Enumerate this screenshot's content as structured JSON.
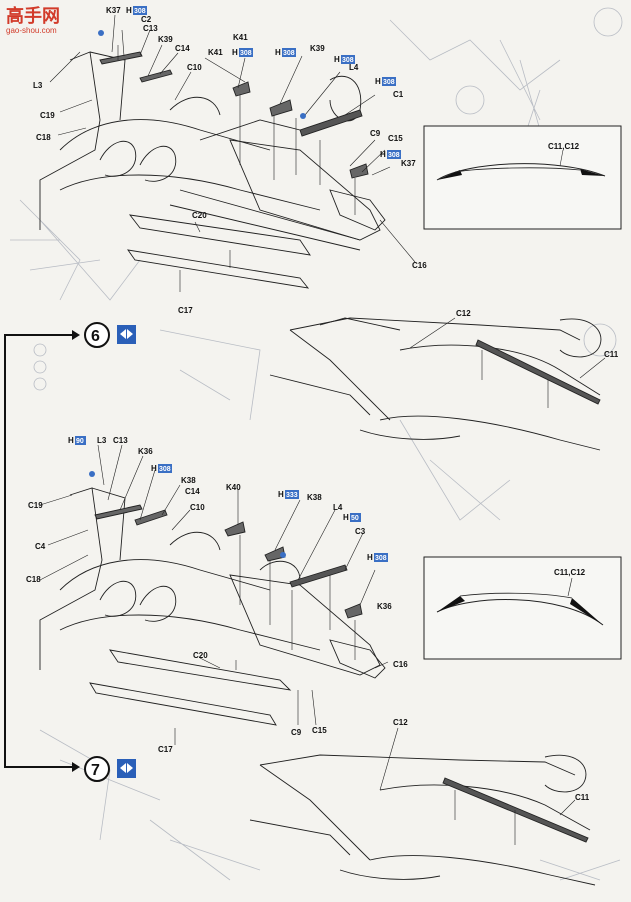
{
  "watermark": {
    "title": "高手网",
    "url": "gao-shou.com"
  },
  "paint": {
    "h_prefix": "H",
    "h308": "308",
    "h90": "90",
    "h333": "333",
    "h50": "50"
  },
  "top_section": {
    "labels": {
      "k37a": "K37",
      "c2": "C2",
      "c13": "C13",
      "k39a": "K39",
      "c14": "C14",
      "c10": "C10",
      "k41a": "K41",
      "l3": "L3",
      "c19": "C19",
      "c18": "C18",
      "k41b": "K41",
      "k39b": "K39",
      "l4": "L4",
      "c1": "C1",
      "c9": "C9",
      "c15": "C15",
      "k37b": "K37",
      "c20": "C20",
      "c17": "C17",
      "c16": "C16"
    },
    "detail_label": "C11,C12"
  },
  "step6": {
    "number": "6",
    "labels": {
      "c12": "C12",
      "c11": "C11"
    }
  },
  "middle_section": {
    "labels": {
      "l3": "L3",
      "c13": "C13",
      "k36a": "K36",
      "k38a": "K38",
      "c14": "C14",
      "c10": "C10",
      "c19": "C19",
      "c4": "C4",
      "c18": "C18",
      "k40": "K40",
      "k38b": "K38",
      "l4": "L4",
      "c3": "C3",
      "k36b": "K36",
      "c16": "C16",
      "c20": "C20",
      "c17": "C17",
      "c9": "C9",
      "c15": "C15"
    },
    "detail_label": "C11,C12"
  },
  "step7": {
    "number": "7",
    "labels": {
      "c12": "C12",
      "c11": "C11"
    }
  },
  "colors": {
    "paint_badge": "#3a6fc4",
    "step_icon": "#2a5fb8",
    "ink": "#222222",
    "ghost": "#b8bcc4"
  }
}
